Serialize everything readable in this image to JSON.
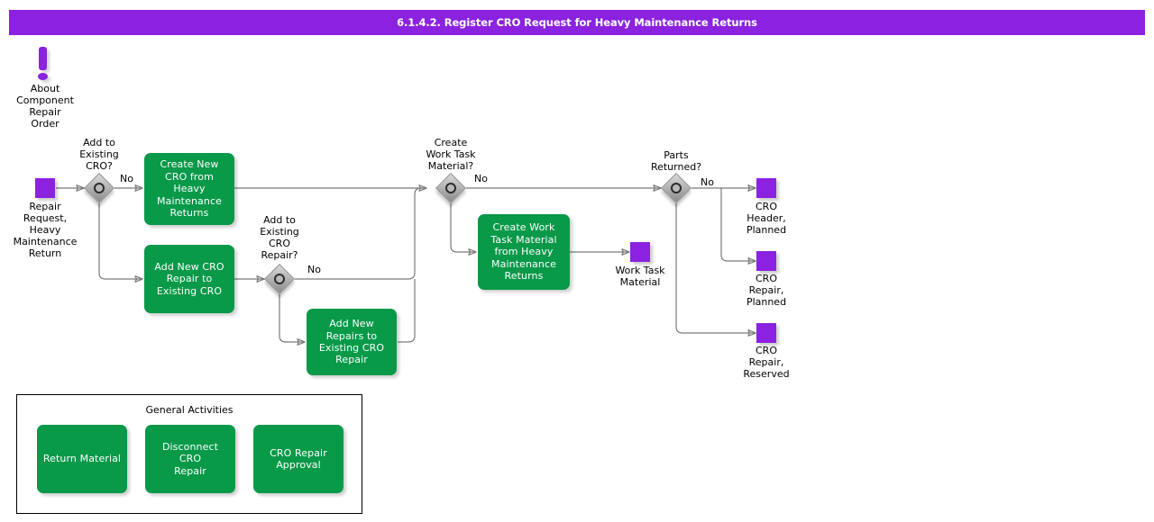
{
  "header": {
    "title": "6.1.4.2. Register CRO Request for Heavy Maintenance Returns",
    "bar_color": "#8A22E0"
  },
  "palette": {
    "task_green": "#089949",
    "event_purple": "#8A22E0",
    "gateway_gray": "#b6b6b6",
    "connector_gray": "#7a7a7a",
    "text_black": "#000000",
    "task_text": "#ffffff"
  },
  "annotation": {
    "icon": "exclamation-icon",
    "label": "About\nComponent\nRepair\nOrder"
  },
  "events": [
    {
      "id": "start-repair-request",
      "label": "Repair\nRequest,\nHeavy\nMaintenance\nReturn",
      "kind": "start"
    },
    {
      "id": "work-task-material",
      "label": "Work Task\nMaterial",
      "kind": "end"
    },
    {
      "id": "cro-header-planned",
      "label": "CRO\nHeader,\nPlanned",
      "kind": "end"
    },
    {
      "id": "cro-repair-planned",
      "label": "CRO\nRepair,\nPlanned",
      "kind": "end"
    },
    {
      "id": "cro-repair-reserved",
      "label": "CRO\nRepair,\nReserved",
      "kind": "end"
    }
  ],
  "gateways": [
    {
      "id": "gw-add-existing-cro",
      "label": "Add to\nExisting\nCRO?",
      "flow_label": "No"
    },
    {
      "id": "gw-add-existing-cro-repair",
      "label": "Add to\nExisting\nCRO\nRepair?",
      "flow_label": "No"
    },
    {
      "id": "gw-create-work-task-material",
      "label": "Create\nWork Task\nMaterial?",
      "flow_label": "No"
    },
    {
      "id": "gw-parts-returned",
      "label": "Parts\nReturned?",
      "flow_label": "No"
    }
  ],
  "tasks": [
    {
      "id": "task-create-new-cro",
      "label": "Create New\nCRO from\nHeavy\nMaintenance\nReturns"
    },
    {
      "id": "task-add-new-cro-repair",
      "label": "Add New CRO\nRepair to\nExisting CRO"
    },
    {
      "id": "task-add-new-repairs",
      "label": "Add New\nRepairs to\nExisting CRO\nRepair"
    },
    {
      "id": "task-create-work-task-material",
      "label": "Create Work\nTask Material\nfrom Heavy\nMaintenance\nReturns"
    }
  ],
  "general_activities": {
    "title": "General Activities",
    "tasks": [
      {
        "id": "task-return-material",
        "label": "Return Material"
      },
      {
        "id": "task-disconnect-cro-repair",
        "label": "Disconnect CRO\nRepair"
      },
      {
        "id": "task-cro-repair-approval",
        "label": "CRO Repair\nApproval"
      }
    ]
  }
}
